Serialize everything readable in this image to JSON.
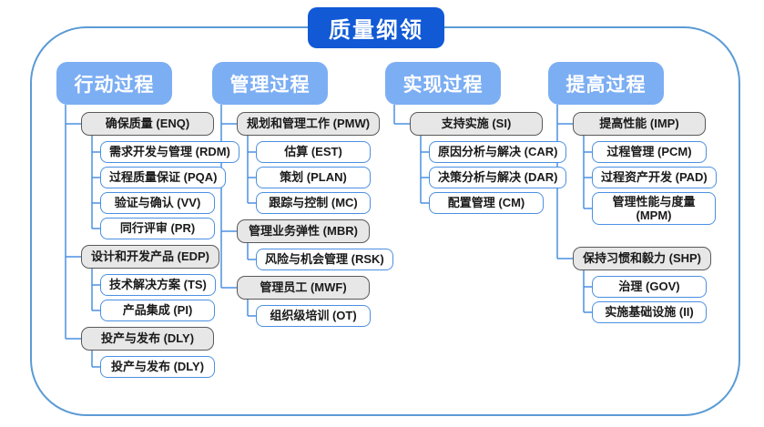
{
  "title": "质量纲领",
  "colors": {
    "title_bg": "#1159D5",
    "header_bg": "#7CAEF3",
    "group_bg": "#E7E7E7",
    "group_border": "#595959",
    "leaf_border": "#4A90E2",
    "connector": "#4A90E2",
    "frame_border": "#5B9BD5",
    "text": "#1A1A1A"
  },
  "columns": [
    {
      "header": "行动过程",
      "groups": [
        {
          "label": "确保质量 (ENQ)",
          "children": [
            "需求开发与管理 (RDM)",
            "过程质量保证 (PQA)",
            "验证与确认 (VV)",
            "同行评审 (PR)"
          ]
        },
        {
          "label": "设计和开发产品 (EDP)",
          "children": [
            "技术解决方案 (TS)",
            "产品集成 (PI)"
          ]
        },
        {
          "label": "投产与发布 (DLY)",
          "children": [
            "投产与发布 (DLY)"
          ]
        }
      ]
    },
    {
      "header": "管理过程",
      "groups": [
        {
          "label": "规划和管理工作 (PMW)",
          "children": [
            "估算 (EST)",
            "策划 (PLAN)",
            "跟踪与控制 (MC)"
          ]
        },
        {
          "label": "管理业务弹性 (MBR)",
          "children": [
            "风险与机会管理 (RSK)"
          ]
        },
        {
          "label": "管理员工 (MWF)",
          "children": [
            "组织级培训 (OT)"
          ]
        }
      ]
    },
    {
      "header": "实现过程",
      "groups": [
        {
          "label": "支持实施 (SI)",
          "children": [
            "原因分析与解决 (CAR)",
            "决策分析与解决 (DAR)",
            "配置管理 (CM)"
          ]
        }
      ]
    },
    {
      "header": "提高过程",
      "groups": [
        {
          "label": "提高性能 (IMP)",
          "children": [
            "过程管理 (PCM)",
            "过程资产开发 (PAD)",
            "管理性能与度量 (MPM)"
          ]
        },
        {
          "label": "保持习惯和毅力 (SHP)",
          "children": [
            "治理 (GOV)",
            "实施基础设施 (II)"
          ]
        }
      ]
    }
  ]
}
